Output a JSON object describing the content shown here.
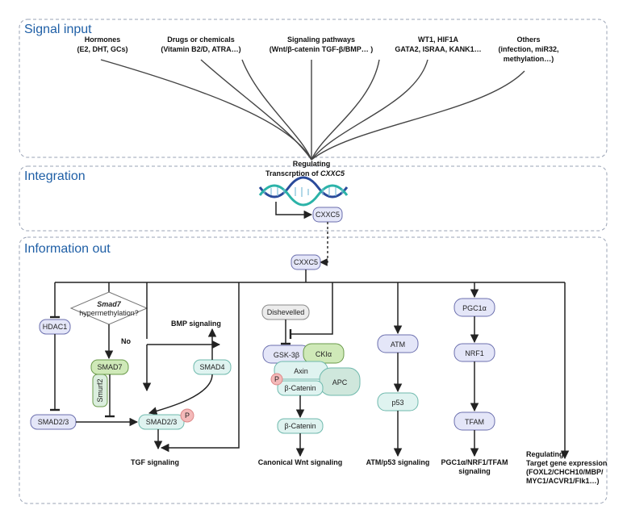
{
  "sections": {
    "signal_input": "Signal input",
    "integration": "Integration",
    "information_out": "Information out"
  },
  "inputs": {
    "hormones": [
      "Hormones",
      "(E2, DHT, GCs)"
    ],
    "drugs": [
      "Drugs or chemicals",
      "(Vitamin B2/D, ATRA…)"
    ],
    "pathways": [
      "Signaling pathways",
      "(Wnt/β-catenin TGF-β/BMP… )"
    ],
    "tfs": [
      "WT1, HIF1A",
      "GATA2, ISRAA, KANK1…"
    ],
    "others": [
      "Others",
      "(infection, miR32,",
      "methylation…)"
    ]
  },
  "integration": {
    "regulating": "Regulating",
    "transcription_prefix": "Transcrption of ",
    "gene": "CXXC5",
    "cxxc5_box": "CXXC5"
  },
  "output": {
    "cxxc5": "CXXC5",
    "smad7_q_italic": "Smad7",
    "smad7_q_rest": "hypermethylation?",
    "no": "No",
    "hdac1": "HDAC1",
    "smad7": "SMAD7",
    "smurf2": "Smurf2",
    "smad4": "SMAD4",
    "bmp_signaling": "BMP signaling",
    "smad23_left": "SMAD2/3",
    "smad23_right": "SMAD2/3",
    "p": "P",
    "tgf_signaling": "TGF signaling",
    "dishevelled": "Dishevelled",
    "gsk3b": "GSK-3β",
    "ckia": "CKIα",
    "axin": "Axin",
    "apc": "APC",
    "bcat_p": "P",
    "bcat1": "β-Catenin",
    "bcat2": "β-Catenin",
    "wnt_signaling": "Canonical Wnt signaling",
    "atm": "ATM",
    "p53": "p53",
    "atm_signaling": "ATM/p53 signaling",
    "pgc1a": "PGC1α",
    "nrf1": "NRF1",
    "tfam": "TFAM",
    "pgc_signaling": [
      "PGC1α/NRF1/TFAM",
      "signaling"
    ],
    "target": [
      "Regulating",
      "Target gene expression",
      "(FOXL2/CHCH10/MBP/",
      "MYC1/ACVR1/Flk1…)"
    ]
  },
  "colors": {
    "section_title": "#1f5fa6",
    "purple_fill": "#e4e6f8",
    "purple_stroke": "#6b6fae",
    "teal_fill": "#dff3f0",
    "teal_stroke": "#6fb9ad",
    "green_fill": "#cfe9b8",
    "green_stroke": "#6a9a4a",
    "gray_fill": "#ececec",
    "gray_stroke": "#8a8a8a",
    "pink_fill": "#f4b9b9",
    "apc_fill": "#cfe7dc",
    "dna_blue": "#2a4a9a",
    "dna_teal": "#2bb3a8"
  }
}
